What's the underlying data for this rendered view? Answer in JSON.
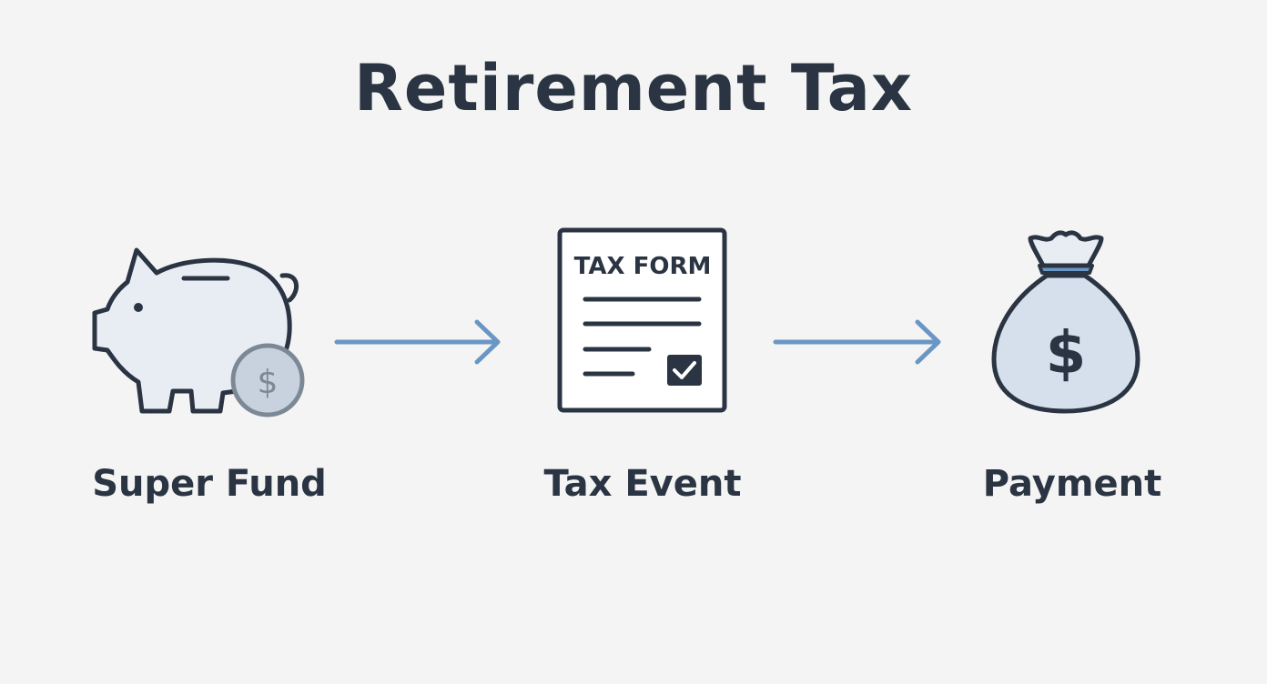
{
  "title": "Retirement Tax",
  "steps": [
    {
      "label": "Super Fund",
      "icon": "piggy-bank-with-coin-icon"
    },
    {
      "label": "Tax Event",
      "icon": "tax-form-icon",
      "form_heading": "TAX FORM"
    },
    {
      "label": "Payment",
      "icon": "money-bag-icon"
    }
  ],
  "currency_symbol": "$",
  "colors": {
    "background": "#f4f4f4",
    "ink": "#2a3442",
    "arrow": "#6a96c4",
    "fill_light": "#e8edf4",
    "fill_mid": "#d6e0ec",
    "coin": "#c7d2de",
    "coin_stroke": "#7d8896"
  }
}
